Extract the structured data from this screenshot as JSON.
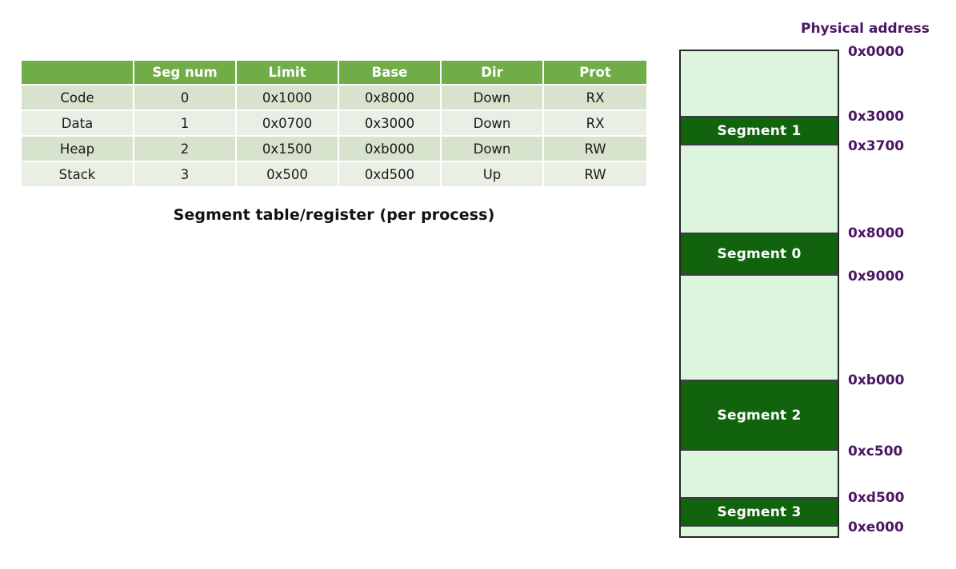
{
  "table": {
    "caption": "Segment table/register (per process)",
    "headers": [
      "",
      "Seg num",
      "Limit",
      "Base",
      "Dir",
      "Prot"
    ],
    "rows": [
      {
        "name": "Code",
        "seg_num": "0",
        "limit": "0x1000",
        "base": "0x8000",
        "dir": "Down",
        "prot": "RX"
      },
      {
        "name": "Data",
        "seg_num": "1",
        "limit": "0x0700",
        "base": "0x3000",
        "dir": "Down",
        "prot": "RX"
      },
      {
        "name": "Heap",
        "seg_num": "2",
        "limit": "0x1500",
        "base": "0xb000",
        "dir": "Down",
        "prot": "RW"
      },
      {
        "name": "Stack",
        "seg_num": "3",
        "limit": "0x500",
        "base": "0xd500",
        "dir": "Up",
        "prot": "RW"
      }
    ],
    "header_color": "#70ad47",
    "row_color_odd": "#d8e3cd",
    "row_color_even": "#eaefe5"
  },
  "memory": {
    "title": "Physical address",
    "title_color": "#4b1663",
    "used_color": "#11630d",
    "free_color": "#dcf5dc",
    "blocks": [
      {
        "label": "Segment 1",
        "start": "0x3000",
        "end": "0x3700"
      },
      {
        "label": "Segment 0",
        "start": "0x8000",
        "end": "0x9000"
      },
      {
        "label": "Segment 2",
        "start": "0xb000",
        "end": "0xc500"
      },
      {
        "label": "Segment 3",
        "start": "0xd500",
        "end": "0xe000"
      }
    ],
    "addresses": [
      "0x0000",
      "0x3000",
      "0x3700",
      "0x8000",
      "0x9000",
      "0xb000",
      "0xc500",
      "0xd500",
      "0xe000"
    ]
  }
}
